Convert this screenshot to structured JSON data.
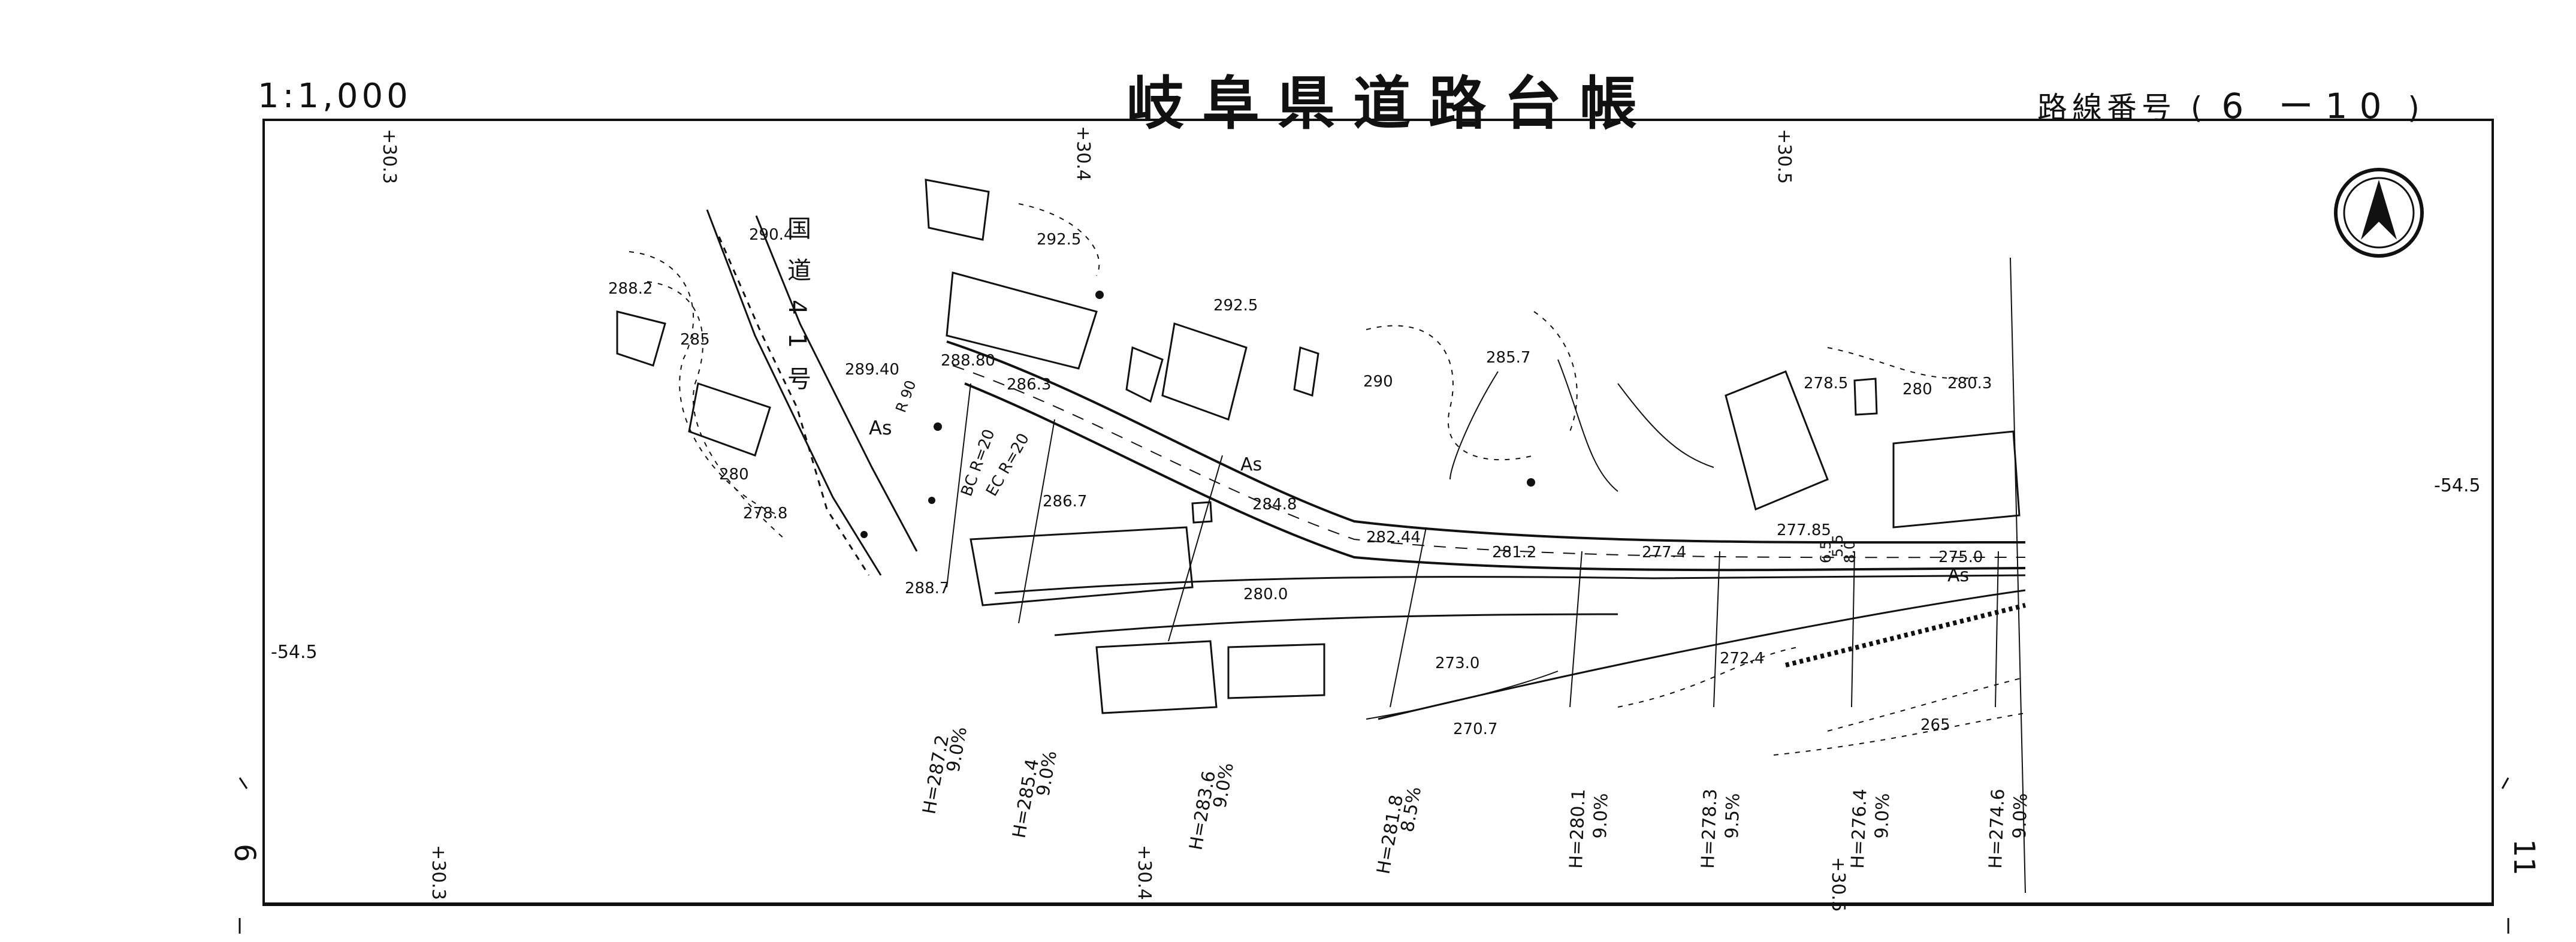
{
  "header": {
    "scale": "1:1,000",
    "title": "岐阜県道路台帳",
    "route_label": "路線番号",
    "route_open": "(",
    "route_number": "6 ー10",
    "route_close": ")"
  },
  "side_marks": {
    "left": "6",
    "right": "11"
  },
  "station_marks": [
    "+30.3",
    "+30.4",
    "+30.5",
    "+30.3",
    "+30.4",
    "+30.5"
  ],
  "offset_marks": [
    "-54.5",
    "-54.5"
  ],
  "road_name_vertical": "国道41号",
  "surface_labels": [
    "As",
    "As",
    "As"
  ],
  "curve_labels": [
    "R 90",
    "BC R=20",
    "EC R=20"
  ],
  "north_arrow": "north-arrow-icon",
  "spot_heights": [
    "288.2",
    "290.4",
    "285",
    "289.40",
    "288.80",
    "286.3",
    "292.5",
    "292.5",
    "286.7",
    "280",
    "278.8",
    "288.7",
    "284.8",
    "282.44",
    "281.2",
    "280.0",
    "290",
    "285.7",
    "278.5",
    "280",
    "280.3",
    "277.4",
    "277.85",
    "275.0",
    "273.0",
    "272.4",
    "270.7",
    "265"
  ],
  "grades": [
    {
      "h": "H=287.2",
      "g": "9.0%"
    },
    {
      "h": "H=285.4",
      "g": "9.0%"
    },
    {
      "h": "H=283.6",
      "g": "9.0%"
    },
    {
      "h": "H=281.8",
      "g": "8.5%"
    },
    {
      "h": "H=280.1",
      "g": "9.0%"
    },
    {
      "h": "H=278.3",
      "g": "9.5%"
    },
    {
      "h": "H=276.4",
      "g": "9.0%"
    },
    {
      "h": "H=274.6",
      "g": "9.0%"
    }
  ],
  "widths": [
    "5.5",
    "6.5",
    "8.0"
  ]
}
